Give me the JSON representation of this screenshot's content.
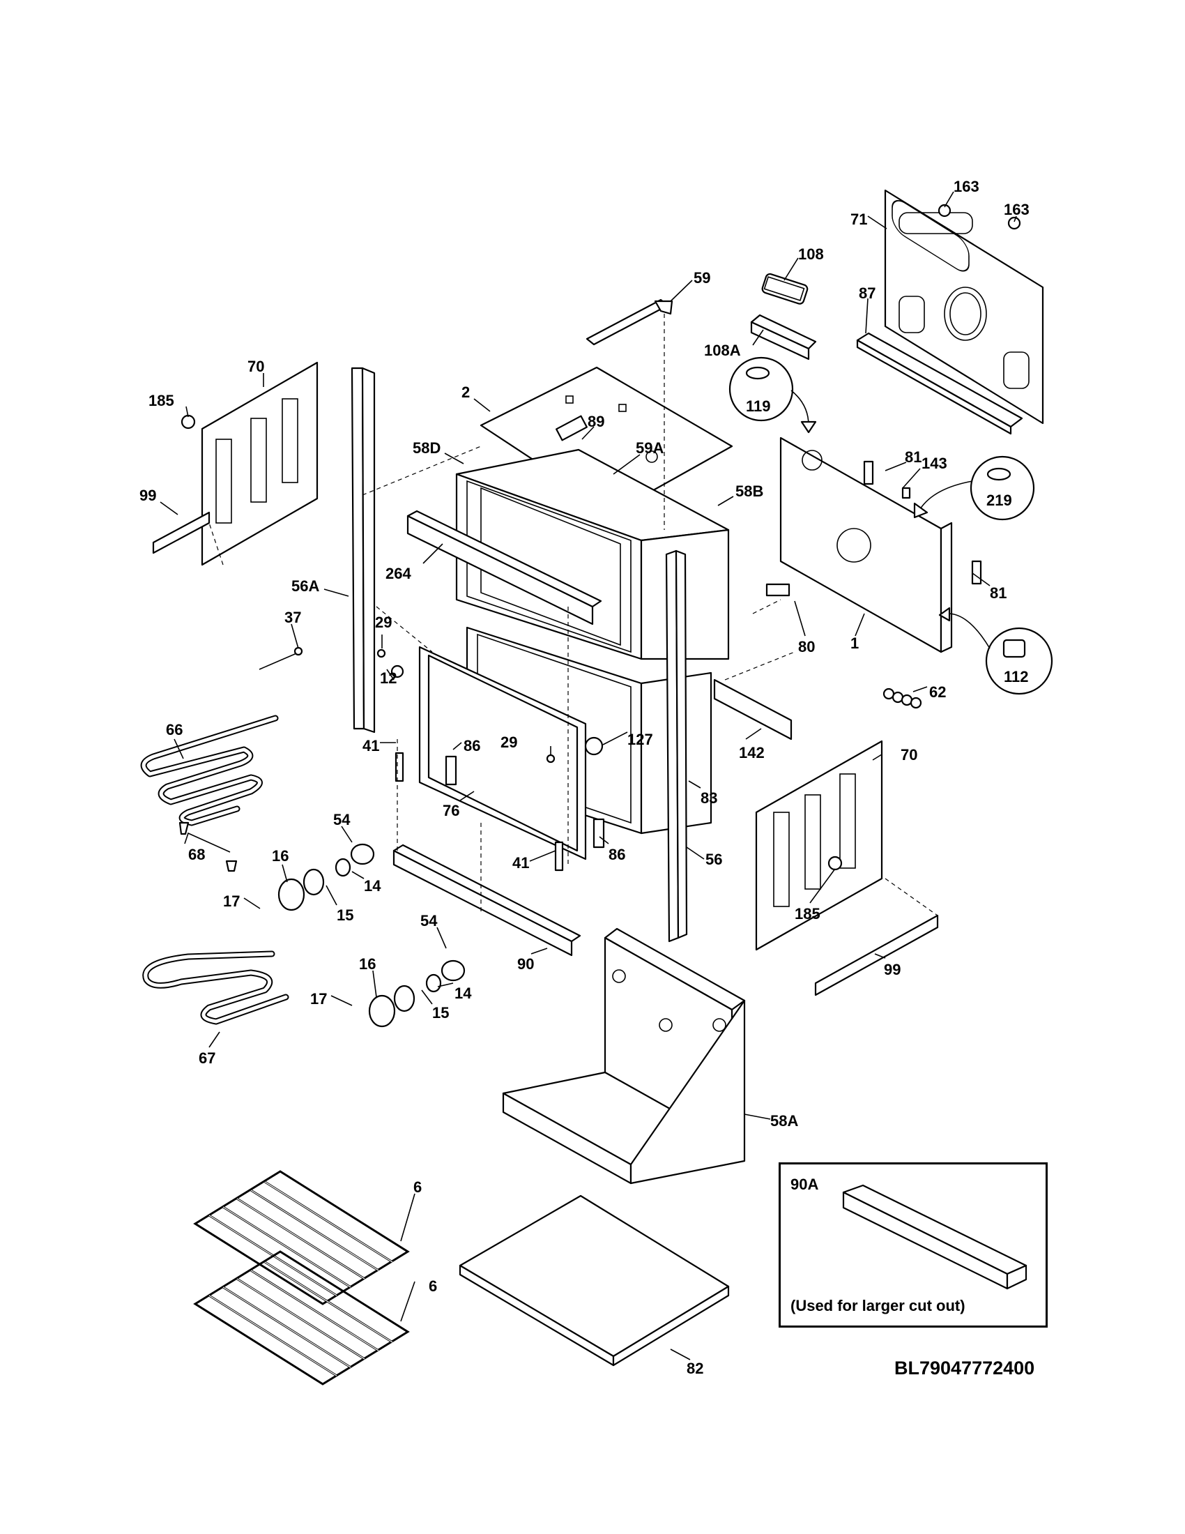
{
  "callouts": {
    "c163a": "163",
    "c163b": "163",
    "c71": "71",
    "c108": "108",
    "c59": "59",
    "c87": "87",
    "c108a": "108A",
    "c119": "119",
    "c70a": "70",
    "c185a": "185",
    "c2": "2",
    "c89": "89",
    "c58d": "58D",
    "c59a": "59A",
    "c81a": "81",
    "c143": "143",
    "c219": "219",
    "c99a": "99",
    "c58b": "58B",
    "c264": "264",
    "c56a": "56A",
    "c81b": "81",
    "c37": "37",
    "c29a": "29",
    "c80": "80",
    "c1": "1",
    "c112": "112",
    "c12": "12",
    "c62": "62",
    "c66": "66",
    "c29b": "29",
    "c127": "127",
    "c142": "142",
    "c41a": "41",
    "c86a": "86",
    "c70b": "70",
    "c83": "83",
    "c54a": "54",
    "c76": "76",
    "c68": "68",
    "c16a": "16",
    "c86b": "86",
    "c41b": "41",
    "c56": "56",
    "c14a": "14",
    "c17a": "17",
    "c15a": "15",
    "c185b": "185",
    "c54b": "54",
    "c99b": "99",
    "c90": "90",
    "c16b": "16",
    "c14b": "14",
    "c17b": "17",
    "c15b": "15",
    "c67": "67",
    "c58a": "58A",
    "c6a": "6",
    "c6b": "6",
    "c82": "82"
  },
  "inset": {
    "part": "90A",
    "note": "(Used for larger cut out)"
  },
  "diagram_code": "BL79047772400"
}
